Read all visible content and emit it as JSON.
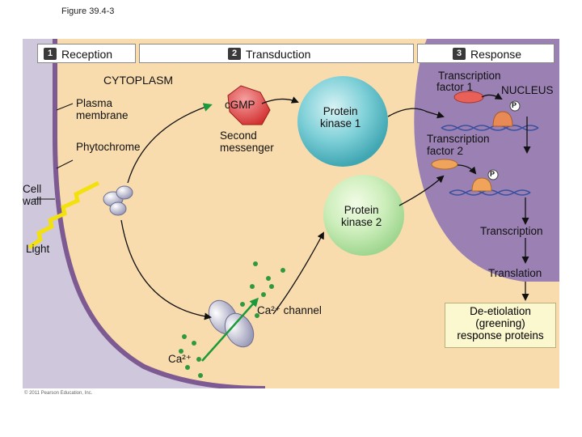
{
  "figure_title": "Figure 39.4-3",
  "steps": [
    {
      "number": "1",
      "label": "Reception"
    },
    {
      "number": "2",
      "label": "Transduction"
    },
    {
      "number": "3",
      "label": "Response"
    }
  ],
  "labels": {
    "cytoplasm": "CYTOPLASM",
    "plasma_membrane_1": "Plasma",
    "plasma_membrane_2": "membrane",
    "phytochrome": "Phytochrome",
    "cell_wall_1": "Cell",
    "cell_wall_2": "wall",
    "light": "Light",
    "cgmp": "cGMP",
    "second_messenger_1": "Second",
    "second_messenger_2": "messenger",
    "protein_kinase1_1": "Protein",
    "protein_kinase1_2": "kinase 1",
    "protein_kinase2_1": "Protein",
    "protein_kinase2_2": "kinase 2",
    "ca_channel": "Ca²⁺ channel",
    "ca_ions": "Ca²⁺",
    "transcription_factor1_1": "Transcription",
    "transcription_factor1_2": "factor 1",
    "nucleus": "NUCLEUS",
    "transcription_factor2_1": "Transcription",
    "transcription_factor2_2": "factor 2",
    "phosphate": "P",
    "transcription": "Transcription",
    "translation": "Translation"
  },
  "response_box": [
    "De-etiolation",
    "(greening)",
    "response proteins"
  ],
  "copyright": "© 2011 Pearson Education, Inc."
}
